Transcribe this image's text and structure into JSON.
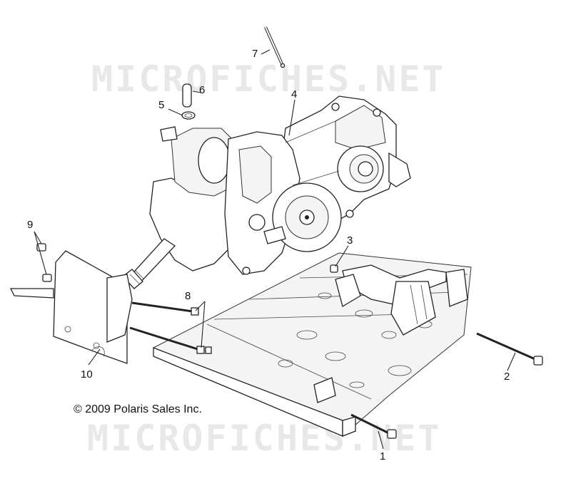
{
  "watermarks": [
    "MICROFICHES.NET",
    "MICROFICHES.NET"
  ],
  "copyright": "© 2009 Polaris Sales Inc.",
  "callouts": [
    {
      "id": "1",
      "label": "1"
    },
    {
      "id": "2",
      "label": "2"
    },
    {
      "id": "3",
      "label": "3"
    },
    {
      "id": "4",
      "label": "4"
    },
    {
      "id": "5",
      "label": "5"
    },
    {
      "id": "6",
      "label": "6"
    },
    {
      "id": "7",
      "label": "7"
    },
    {
      "id": "8",
      "label": "8"
    },
    {
      "id": "9",
      "label": "9"
    },
    {
      "id": "10",
      "label": "10"
    }
  ],
  "colors": {
    "ink": "#222222",
    "watermark": "#e8e8e8",
    "background": "#ffffff"
  }
}
